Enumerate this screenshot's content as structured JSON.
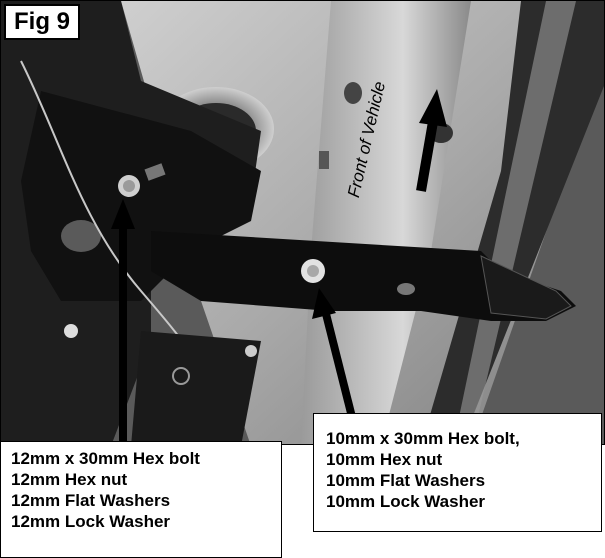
{
  "figure": {
    "label": "Fig 9",
    "direction_text": "Front of Vehicle"
  },
  "callouts": {
    "left": {
      "lines": [
        "12mm x 30mm Hex bolt",
        "12mm Hex nut",
        "12mm Flat Washers",
        "12mm Lock Washer"
      ]
    },
    "right": {
      "lines": [
        "10mm x 30mm Hex bolt,",
        "10mm Hex nut",
        "10mm Flat Washers",
        "10mm Lock Washer"
      ]
    }
  }
}
